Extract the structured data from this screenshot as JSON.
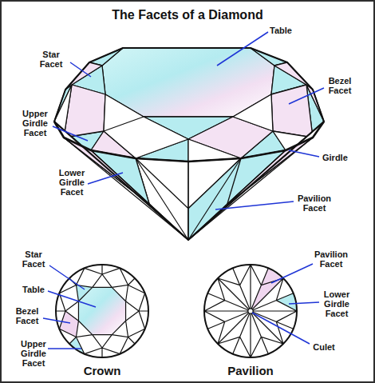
{
  "diagram": {
    "title": "The Facets of a Diamond",
    "labels": [
      "Star Facet",
      "Table",
      "Bezel Facet",
      "Upper Girdle Facet",
      "Girdle",
      "Lower Girdle Facet",
      "Pavilion Facet",
      "Star Facet",
      "Pavilion Facet",
      "Table",
      "Lower Girdle Facet",
      "Bezel Facet",
      "Culet",
      "Upper Girdle Facet",
      "Crown",
      "Pavilion"
    ]
  }
}
